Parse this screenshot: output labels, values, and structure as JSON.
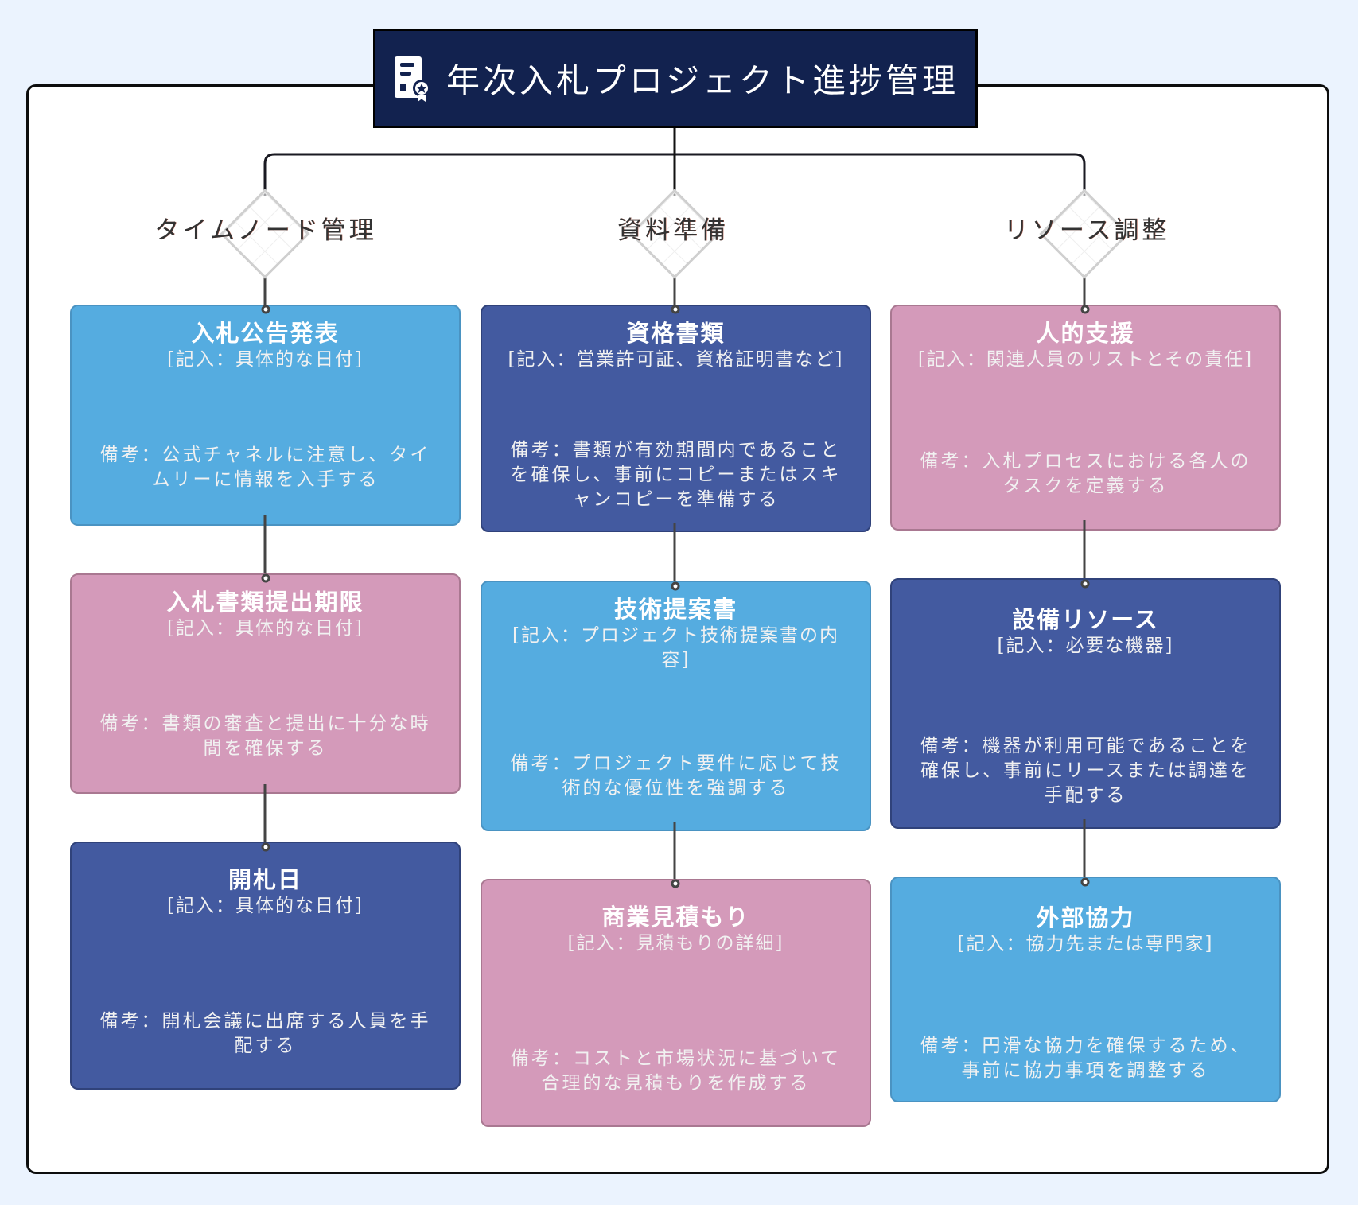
{
  "title": {
    "icon": "certificate-document-icon",
    "text": "年次入札プロジェクト進捗管理"
  },
  "colors": {
    "background": "#ebf3fe",
    "title_bg": "#12224f",
    "light_blue": "#55ace0",
    "dark_blue": "#435aa0",
    "pink": "#d49aba",
    "connector": "#444444"
  },
  "branches": [
    {
      "label": "タイムノード管理",
      "nodes": [
        {
          "title": "入札公告発表",
          "input": "[記入：具体的な日付]",
          "note": "備考：公式チャネルに注意し、タイムリーに情報を入手する",
          "style": "light"
        },
        {
          "title": "入札書類提出期限",
          "input": "[記入：具体的な日付]",
          "note": "備考：書類の審査と提出に十分な時間を確保する",
          "style": "pink"
        },
        {
          "title": "開札日",
          "input": "[記入：具体的な日付]",
          "note": "備考：開札会議に出席する人員を手配する",
          "style": "dark"
        }
      ]
    },
    {
      "label": "資料準備",
      "nodes": [
        {
          "title": "資格書類",
          "input": "[記入：営業許可証、資格証明書など]",
          "note": "備考：書類が有効期間内であることを確保し、事前にコピーまたはスキャンコピーを準備する",
          "style": "dark"
        },
        {
          "title": "技術提案書",
          "input": "[記入：プロジェクト技術提案書の内容]",
          "note": "備考：プロジェクト要件に応じて技術的な優位性を強調する",
          "style": "light"
        },
        {
          "title": "商業見積もり",
          "input": "[記入：見積もりの詳細]",
          "note": "備考：コストと市場状況に基づいて合理的な見積もりを作成する",
          "style": "pink"
        }
      ]
    },
    {
      "label": "リソース調整",
      "nodes": [
        {
          "title": "人的支援",
          "input": "[記入：関連人員のリストとその責任]",
          "note": "備考：入札プロセスにおける各人のタスクを定義する",
          "style": "pink"
        },
        {
          "title": "設備リソース",
          "input": "[記入：必要な機器]",
          "note": "備考：機器が利用可能であることを確保し、事前にリースまたは調達を手配する",
          "style": "dark"
        },
        {
          "title": "外部協力",
          "input": "[記入：協力先または専門家]",
          "note": "備考：円滑な協力を確保するため、事前に協力事項を調整する",
          "style": "light"
        }
      ]
    }
  ]
}
